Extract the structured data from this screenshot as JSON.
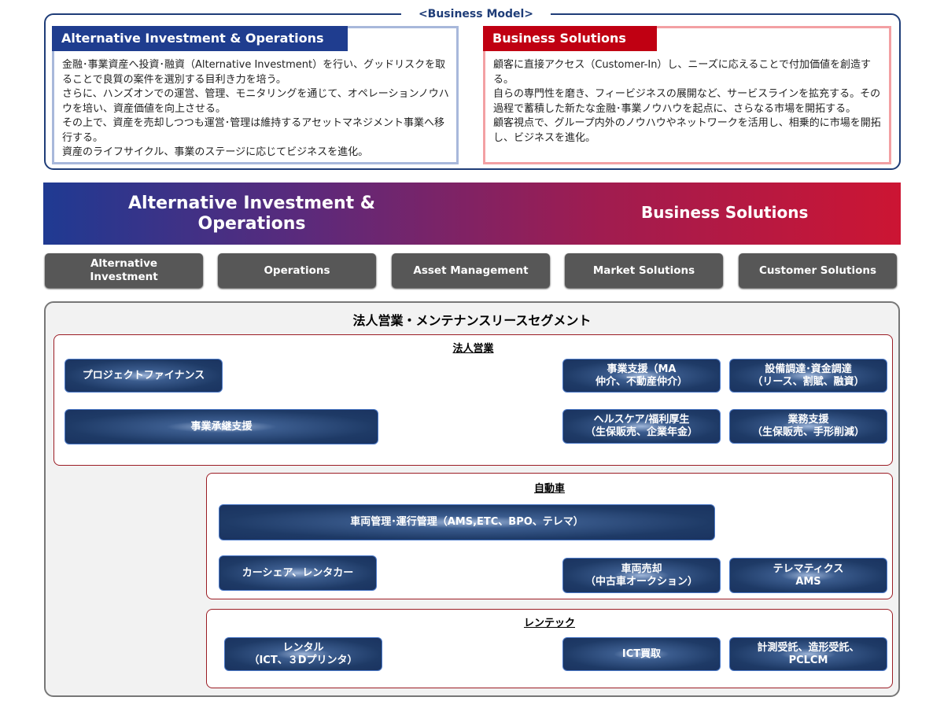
{
  "business_model": {
    "title": "<Business Model>",
    "left": {
      "title": "Alternative Investment & Operations",
      "text": "金融･事業資産へ投資･融資（Alternative Investment）を行い、グッドリスクを取ることで良質の案件を選別する目利き力を培う。\nさらに、ハンズオンでの運営、管理、モニタリングを通じて、オペレーションノウハウを培い、資産価値を向上させる。\nその上で、資産を売却しつつも運営･管理は維持するアセットマネジメント事業へ移行する。\n資産のライフサイクル、事業のステージに応じてビジネスを進化。"
    },
    "right": {
      "title": "Business Solutions",
      "text": "顧客に直接アクセス（Customer-In）し、ニーズに応えることで付加価値を創造する。\n自らの専門性を磨き、フィービジネスの展開など、サービスラインを拡充する。その過程で蓄積した新たな金融･事業ノウハウを起点に、さらなる市場を開拓する。\n顧客視点で、グループ内外のノウハウやネットワークを活用し、相乗的に市場を開拓し、ビジネスを進化。"
    }
  },
  "banner": {
    "left": "Alternative Investment & Operations",
    "right": "Business Solutions"
  },
  "segments": [
    "Alternative\nInvestment",
    "Operations",
    "Asset Management",
    "Market Solutions",
    "Customer Solutions"
  ],
  "segment_panel": {
    "title": "法人営業・メンテナンスリースセグメント",
    "corporate": {
      "title": "法人営業",
      "items": [
        "プロジェクトファイナンス",
        "事業承継支援",
        "事業支援（MA\n仲介、不動産仲介）",
        "設備調達･資金調達\n（リース、割賦、融資）",
        "ヘルスケア/福利厚生\n（生保販売、企業年金）",
        "業務支援\n（生保販売、手形削減）"
      ]
    },
    "auto": {
      "title": "自動車",
      "items": [
        "車両管理･運行管理（AMS,ETC、BPO、テレマ）",
        "カーシェア、レンタカー",
        "車両売却\n（中古車オークション）",
        "テレマティクス\nAMS"
      ]
    },
    "rentec": {
      "title": "レンテック",
      "items": [
        "レンタル\n（ICT、３Dプリンタ）",
        "ICT買取",
        "計測受託、造形受託、\nPCLCM"
      ]
    }
  }
}
